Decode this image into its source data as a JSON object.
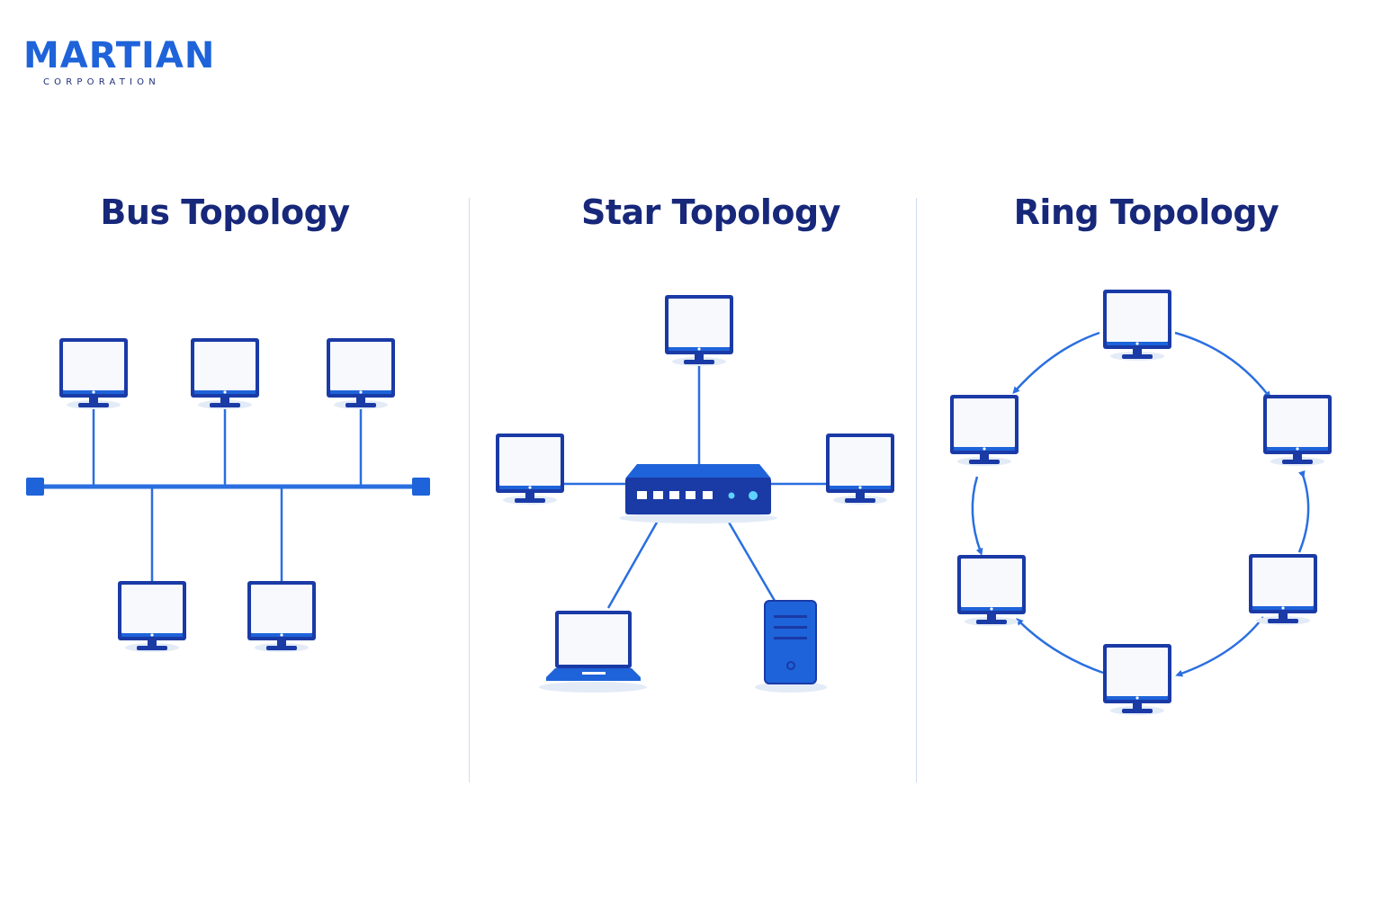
{
  "logo": {
    "main": "MARTIAN",
    "sub": "CORPORATION"
  },
  "panels": {
    "bus": {
      "title": "Bus Topology"
    },
    "star": {
      "title": "Star Topology"
    },
    "ring": {
      "title": "Ring Topology"
    }
  },
  "colors": {
    "primary": "#1e63d9",
    "dark": "#1a3aa6",
    "navy": "#17287a",
    "line": "#2a6fe0",
    "screen": "#f7f9fd",
    "shadow": "#e3ebf7",
    "divider": "#cfdcf0"
  },
  "icons": {
    "monitor": "monitor-icon",
    "laptop": "laptop-icon",
    "server": "server-tower-icon",
    "switch": "network-switch-icon",
    "terminator": "bus-terminator-icon"
  }
}
